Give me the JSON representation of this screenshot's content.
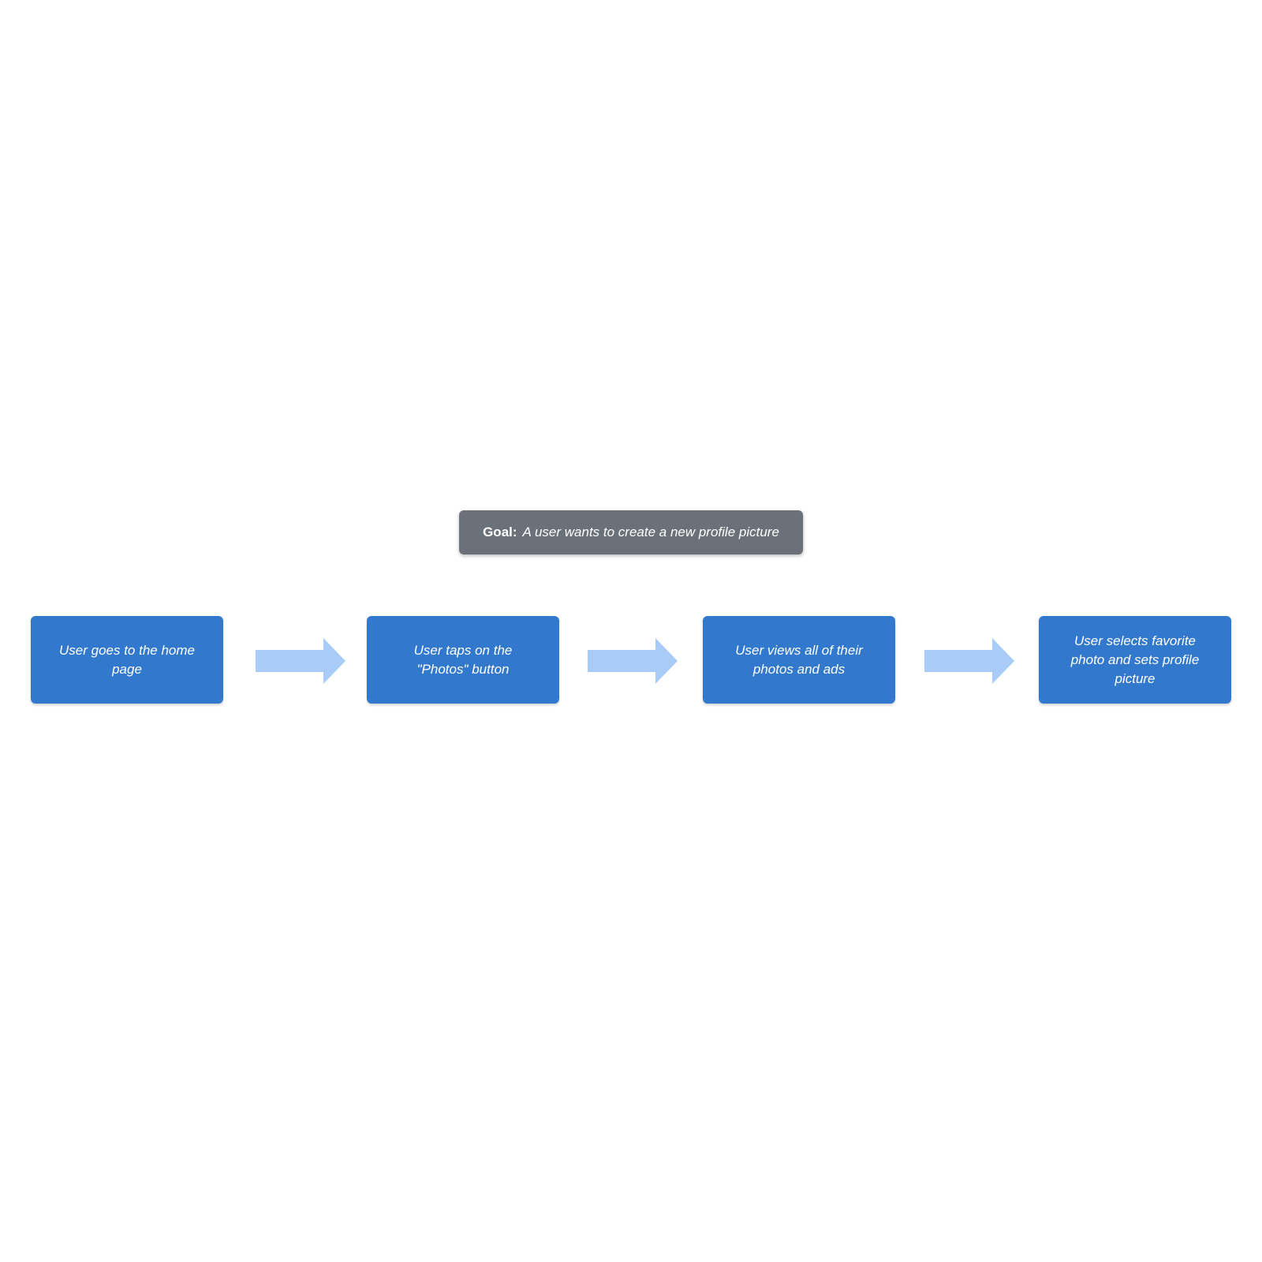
{
  "page": {
    "background": "#ffffff"
  },
  "goal_banner": {
    "label": "Goal:",
    "text": "A user wants to create a new profile picture",
    "background": "#6b7178",
    "text_color": "#ffffff"
  },
  "flow": {
    "box_color": "#3278cd",
    "box_text_color": "#ffffff",
    "arrow_color": "#a8ccf7",
    "steps": [
      {
        "label": "User goes to the home page"
      },
      {
        "label": "User taps on the \"Photos\" button"
      },
      {
        "label": "User views all of their photos and ads"
      },
      {
        "label": "User selects favorite photo and sets profile picture"
      }
    ]
  }
}
